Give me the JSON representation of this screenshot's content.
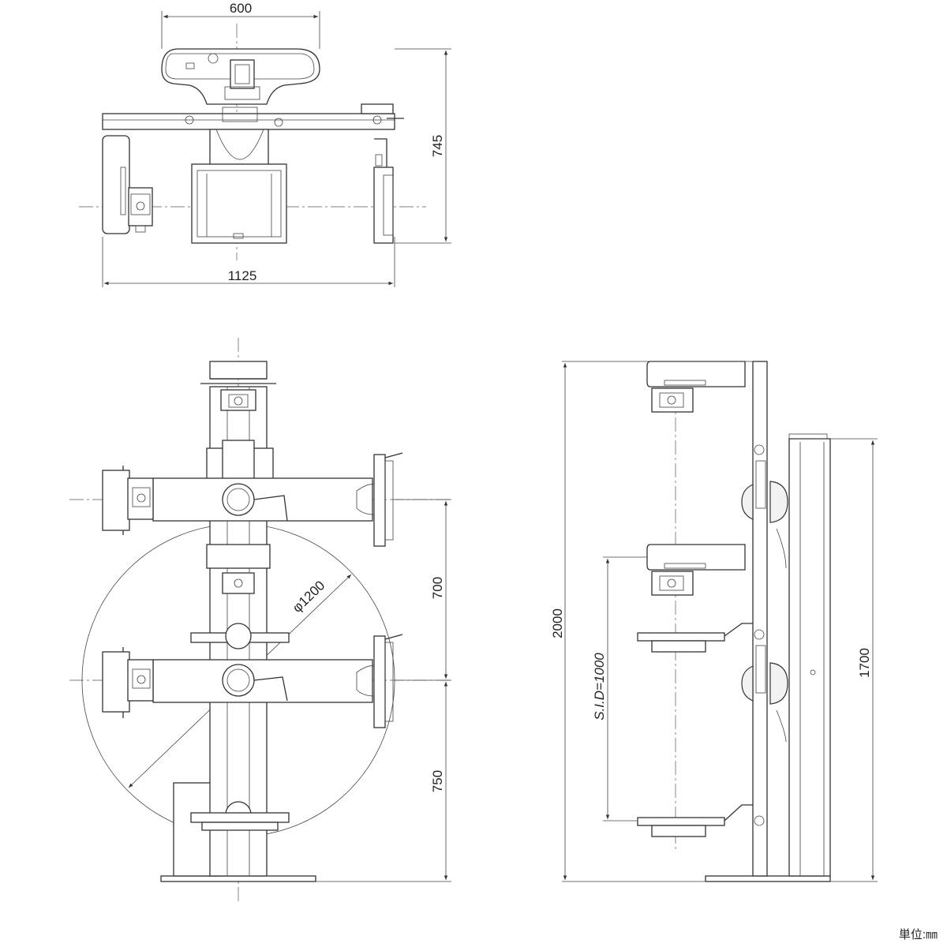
{
  "dimensions": {
    "top_width": "600",
    "top_overall_width": "1125",
    "top_depth": "745",
    "circle_diameter": "φ1200",
    "arm_spacing": "700",
    "arm_height": "750",
    "overall_height": "2000",
    "column_height": "1700",
    "sid": "S.I.D=1000"
  },
  "unit_label": "単位:㎜"
}
